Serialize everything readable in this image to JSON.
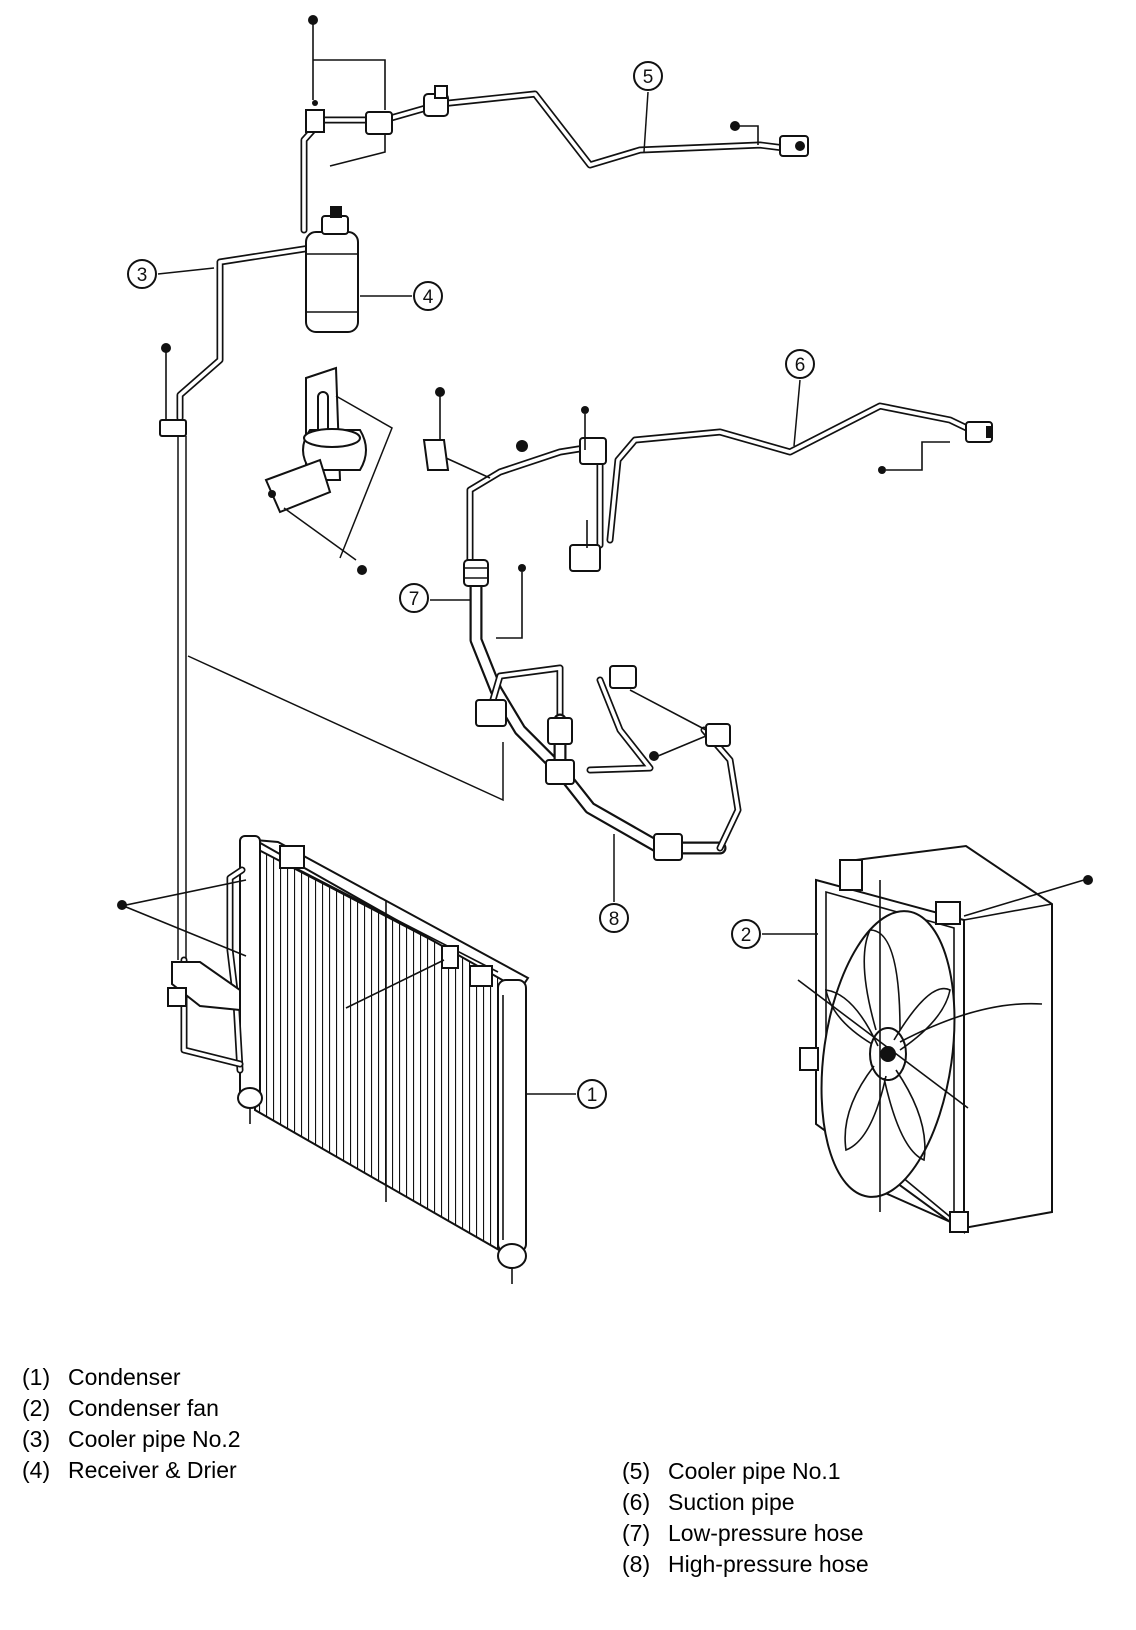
{
  "callouts": {
    "c1": "1",
    "c2": "2",
    "c3": "3",
    "c4": "4",
    "c5": "5",
    "c6": "6",
    "c7": "7",
    "c8": "8"
  },
  "legend": {
    "left": [
      {
        "num": "(1)",
        "label": "Condenser"
      },
      {
        "num": "(2)",
        "label": "Condenser fan"
      },
      {
        "num": "(3)",
        "label": "Cooler pipe No.2"
      },
      {
        "num": "(4)",
        "label": "Receiver & Drier"
      }
    ],
    "right": [
      {
        "num": "(5)",
        "label": "Cooler pipe No.1"
      },
      {
        "num": "(6)",
        "label": "Suction pipe"
      },
      {
        "num": "(7)",
        "label": "Low-pressure hose"
      },
      {
        "num": "(8)",
        "label": "High-pressure hose"
      }
    ]
  }
}
